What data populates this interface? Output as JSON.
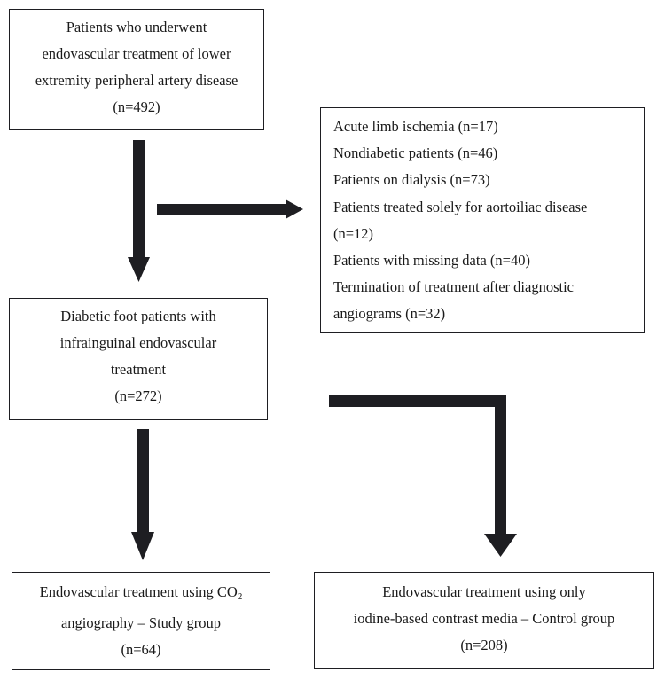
{
  "boxes": {
    "total": {
      "lines": [
        "Patients who underwent",
        "endovascular treatment of lower",
        "extremity peripheral artery disease",
        "(n=492)"
      ]
    },
    "exclusions": {
      "lines": [
        "Acute limb ischemia (n=17)",
        "Nondiabetic patients (n=46)",
        "Patients on dialysis (n=73)",
        "Patients treated solely for aortoiliac disease",
        "(n=12)",
        "Patients with missing data (n=40)",
        "Termination of treatment after diagnostic",
        "angiograms (n=32)"
      ]
    },
    "included": {
      "lines": [
        "Diabetic foot patients with",
        "infrainguinal endovascular",
        "treatment",
        "(n=272)"
      ]
    },
    "study": {
      "line1_prefix": "Endovascular treatment using CO",
      "line1_sub": "2",
      "lines": [
        "angiography – Study group",
        "(n=64)"
      ]
    },
    "control": {
      "lines": [
        "Endovascular treatment using only",
        "iodine-based contrast media – Control group",
        "(n=208)"
      ]
    }
  },
  "colors": {
    "arrow": "#1e1e22",
    "border": "#1e1e22",
    "text": "#1a1a1a"
  }
}
